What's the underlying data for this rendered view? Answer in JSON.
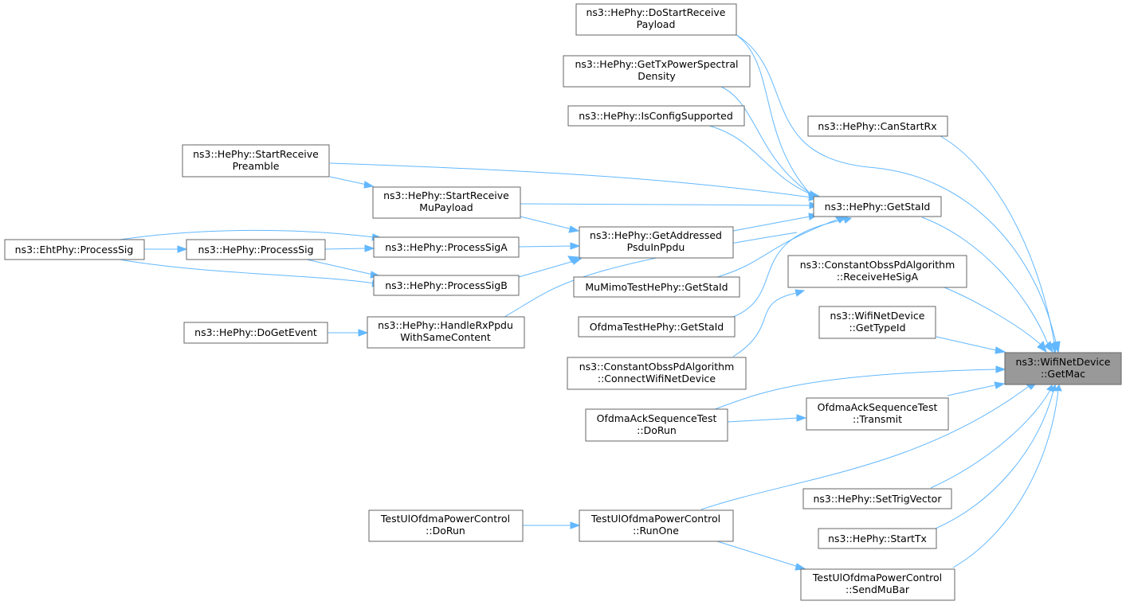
{
  "nodes": {
    "get_mac": [
      "ns3::WifiNetDevice",
      "::GetMac"
    ],
    "get_sta_id": [
      "ns3::HePhy::GetStaId"
    ],
    "do_start_receive_payload": [
      "ns3::HePhy::DoStartReceive",
      "Payload"
    ],
    "get_tx_power_spectral_density": [
      "ns3::HePhy::GetTxPowerSpectral",
      "Density"
    ],
    "is_config_supported": [
      "ns3::HePhy::IsConfigSupported"
    ],
    "can_start_rx": [
      "ns3::HePhy::CanStartRx"
    ],
    "start_receive_preamble": [
      "ns3::HePhy::StartReceive",
      "Preamble"
    ],
    "start_receive_mu_payload": [
      "ns3::HePhy::StartReceive",
      "MuPayload"
    ],
    "get_addressed_psdu": [
      "ns3::HePhy::GetAddressed",
      "PsduInPpdu"
    ],
    "eht_process_sig": [
      "ns3::EhtPhy::ProcessSig"
    ],
    "he_process_sig": [
      "ns3::HePhy::ProcessSig"
    ],
    "process_sig_a": [
      "ns3::HePhy::ProcessSigA"
    ],
    "process_sig_b": [
      "ns3::HePhy::ProcessSigB"
    ],
    "mumimo_get_sta_id": [
      "MuMimoTestHePhy::GetStaId"
    ],
    "ofdma_get_sta_id": [
      "OfdmaTestHePhy::GetStaId"
    ],
    "do_get_event": [
      "ns3::HePhy::DoGetEvent"
    ],
    "handle_rx_ppdu": [
      "ns3::HePhy::HandleRxPpdu",
      "WithSameContent"
    ],
    "receive_he_sig_a": [
      "ns3::ConstantObssPdAlgorithm",
      "::ReceiveHeSigA"
    ],
    "connect_wifi_net_device": [
      "ns3::ConstantObssPdAlgorithm",
      "::ConnectWifiNetDevice"
    ],
    "get_type_id": [
      "ns3::WifiNetDevice",
      "::GetTypeId"
    ],
    "ack_do_run": [
      "OfdmaAckSequenceTest",
      "::DoRun"
    ],
    "ack_transmit": [
      "OfdmaAckSequenceTest",
      "::Transmit"
    ],
    "set_trig_vector": [
      "ns3::HePhy::SetTrigVector"
    ],
    "start_tx": [
      "ns3::HePhy::StartTx"
    ],
    "ul_do_run": [
      "TestUlOfdmaPowerControl",
      "::DoRun"
    ],
    "ul_run_one": [
      "TestUlOfdmaPowerControl",
      "::RunOne"
    ],
    "ul_send_mu_bar": [
      "TestUlOfdmaPowerControl",
      "::SendMuBar"
    ]
  }
}
